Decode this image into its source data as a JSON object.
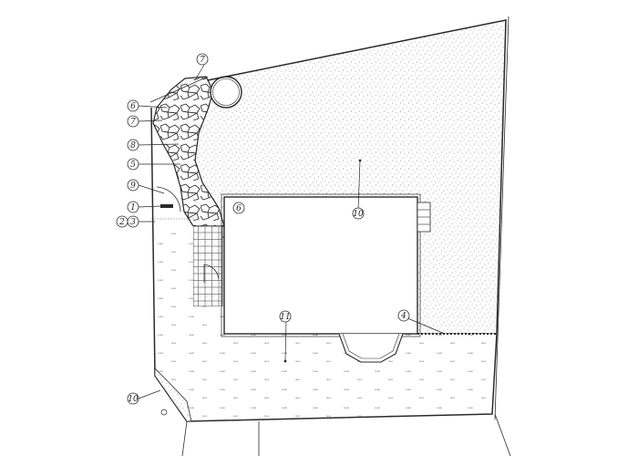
{
  "plan": {
    "callouts": [
      {
        "id": "callout-7-top",
        "text": "7"
      },
      {
        "id": "callout-6-left",
        "text": "6"
      },
      {
        "id": "callout-7-left",
        "text": "7"
      },
      {
        "id": "callout-8",
        "text": "8"
      },
      {
        "id": "callout-5",
        "text": "5"
      },
      {
        "id": "callout-9",
        "text": "9"
      },
      {
        "id": "callout-1",
        "text": "1"
      },
      {
        "id": "callout-2",
        "text": "2"
      },
      {
        "id": "callout-3",
        "text": "3"
      },
      {
        "id": "callout-6-house",
        "text": "6"
      },
      {
        "id": "callout-10",
        "text": "10"
      },
      {
        "id": "callout-11",
        "text": "11"
      },
      {
        "id": "callout-4",
        "text": "4"
      },
      {
        "id": "callout-10-bottom",
        "text": "10"
      }
    ]
  },
  "colors": {
    "ink": "#2a2a2a",
    "stipple": "#8a8a8a",
    "paper": "#ffffff"
  }
}
